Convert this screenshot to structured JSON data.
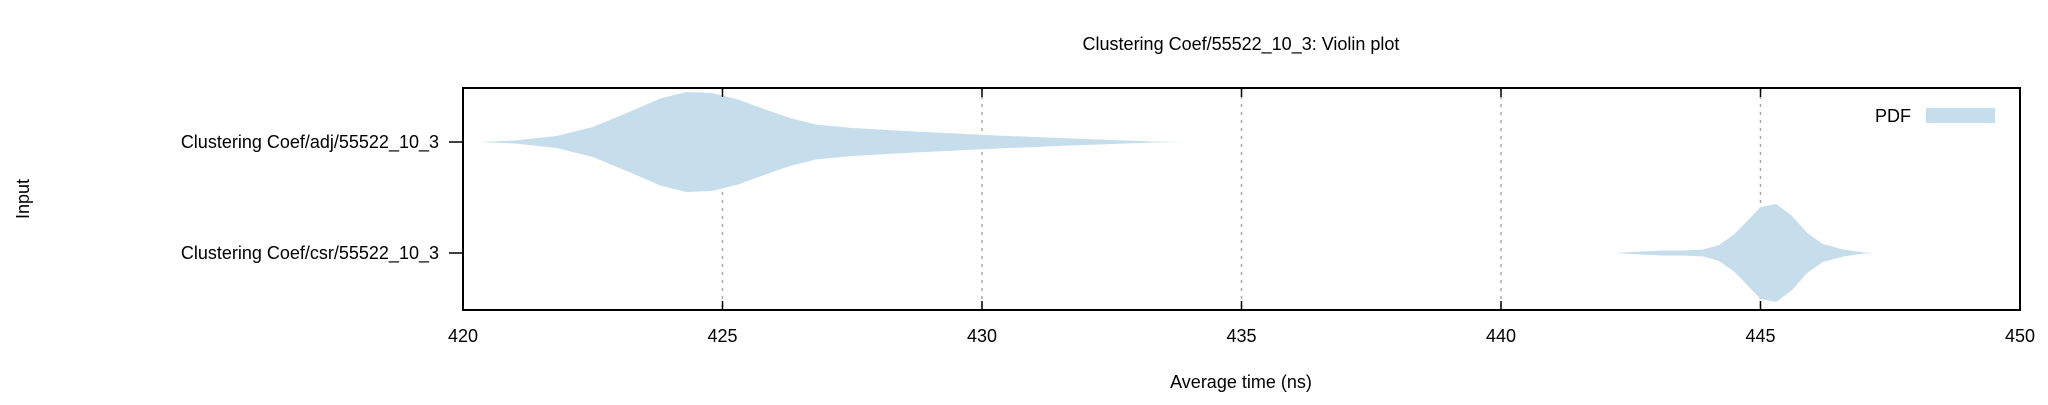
{
  "chart_data": {
    "type": "violin",
    "title": "Clustering Coef/55522_10_3: Violin plot",
    "xlabel": "Average time (ns)",
    "ylabel": "Input",
    "xlim": [
      420,
      450
    ],
    "xticks": [
      420,
      425,
      430,
      435,
      440,
      445,
      450
    ],
    "grid": "vertical-dashed",
    "legend": {
      "placement": "top-right",
      "entries": [
        {
          "label": "PDF",
          "color": "#c6deeb"
        }
      ]
    },
    "categories": [
      "Clustering Coef/adj/55522_10_3",
      "Clustering Coef/csr/55522_10_3"
    ],
    "series": [
      {
        "category": "Clustering Coef/adj/55522_10_3",
        "x": [
          420.3,
          421.0,
          421.8,
          422.5,
          423.2,
          423.8,
          424.3,
          424.8,
          425.3,
          425.8,
          426.3,
          426.8,
          427.5,
          428.5,
          429.5,
          430.5,
          431.5,
          432.5,
          433.3,
          433.9
        ],
        "density": [
          0.0,
          0.03,
          0.12,
          0.3,
          0.6,
          0.87,
          1.0,
          0.98,
          0.85,
          0.66,
          0.48,
          0.35,
          0.28,
          0.22,
          0.17,
          0.12,
          0.08,
          0.04,
          0.01,
          0.0
        ]
      },
      {
        "category": "Clustering Coef/csr/55522_10_3",
        "x": [
          442.2,
          442.7,
          443.1,
          443.5,
          443.9,
          444.2,
          444.5,
          444.8,
          445.0,
          445.3,
          445.6,
          445.9,
          446.2,
          446.6,
          447.0,
          447.2
        ],
        "density": [
          0.0,
          0.03,
          0.05,
          0.05,
          0.07,
          0.16,
          0.38,
          0.7,
          0.92,
          0.98,
          0.75,
          0.4,
          0.18,
          0.07,
          0.01,
          0.0
        ]
      }
    ],
    "colors": {
      "fill": "#c6deeb",
      "grid": "#a9a9a9",
      "axis": "#000000"
    }
  }
}
